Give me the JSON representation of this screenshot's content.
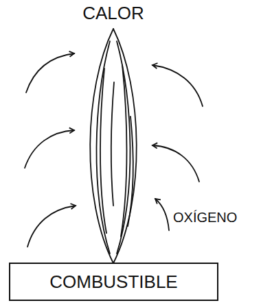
{
  "diagram": {
    "nodes": [
      {
        "text": [
          "COMBUSTIBLE"
        ]
      }
    ],
    "labels": [
      "CALOR",
      "OXÍGENO"
    ]
  }
}
